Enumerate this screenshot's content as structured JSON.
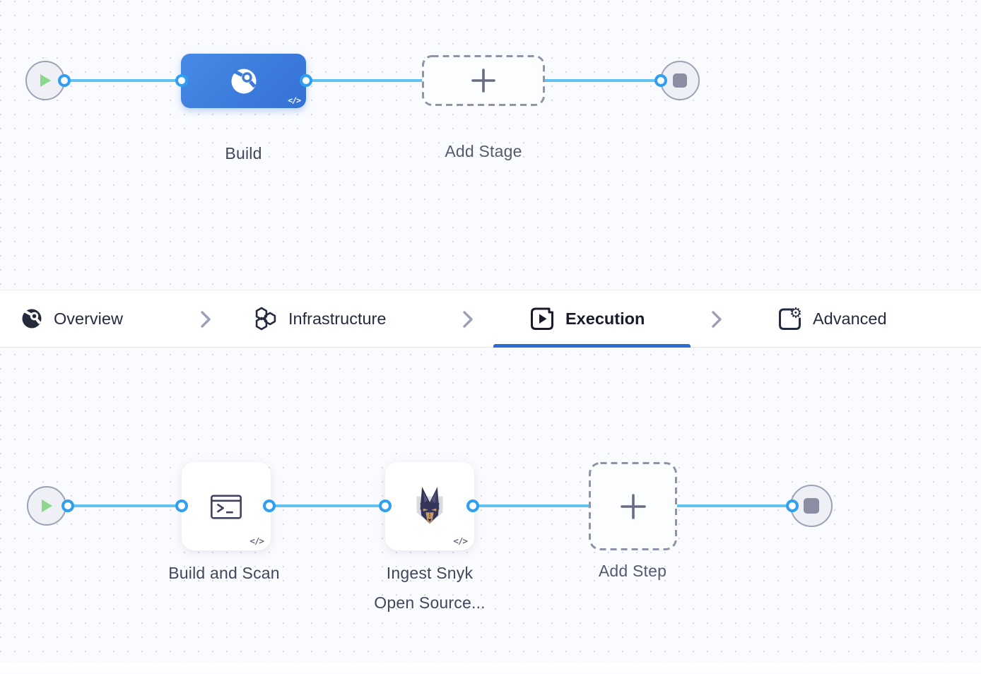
{
  "stage_flow": {
    "stage": {
      "label": "Build",
      "icon": "ci-build-icon",
      "code_badge": "</>"
    },
    "add_stage": {
      "label": "Add Stage",
      "icon": "plus-icon"
    }
  },
  "tabs": [
    {
      "label": "Overview",
      "icon": "ci-overview-icon",
      "active": false
    },
    {
      "label": "Infrastructure",
      "icon": "hexagons-icon",
      "active": false
    },
    {
      "label": "Execution",
      "icon": "play-square-icon",
      "active": true
    },
    {
      "label": "Advanced",
      "icon": "gear-page-icon",
      "active": false
    }
  ],
  "execution_flow": {
    "steps": [
      {
        "label": "Build and Scan",
        "icon": "terminal-icon",
        "code_badge": "</>"
      },
      {
        "label_line1": "Ingest Snyk",
        "label_line2": "Open Source...",
        "icon": "snyk-logo",
        "code_badge": "</>"
      }
    ],
    "add_step": {
      "label": "Add Step",
      "icon": "plus-icon"
    }
  },
  "colors": {
    "node_blue": "#3b7bdc",
    "active_tab_underline": "#2e6bd2",
    "connector_line": "#62c2f0",
    "connector_dot_ring": "#2fa0f1",
    "play_green": "#8bd88b",
    "stop_gray": "#8b8da2"
  }
}
